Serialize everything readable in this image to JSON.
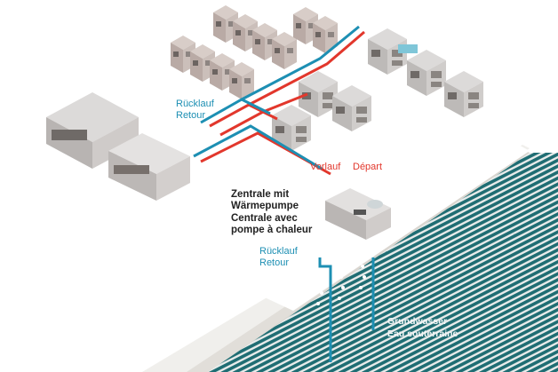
{
  "labels": {
    "return_top_de": "Rücklauf",
    "return_top_fr": "Retour",
    "supply_de": "Vorlauf",
    "supply_fr": "Départ",
    "central_1": "Zentrale mit",
    "central_2": "Wärmepumpe",
    "central_3": "Centrale avec",
    "central_4": "pompe à chaleur",
    "return_bottom_de": "Rücklauf",
    "return_bottom_fr": "Retour",
    "groundwater_de": "Grundwasser",
    "groundwater_fr": "Eau souterraine"
  },
  "colors": {
    "return_pipe": "#1d8fb3",
    "supply_pipe": "#e2372c",
    "label_dark": "#222222",
    "ground_stripes": "#1f6d73",
    "ground_light": "#e6e4e0"
  }
}
